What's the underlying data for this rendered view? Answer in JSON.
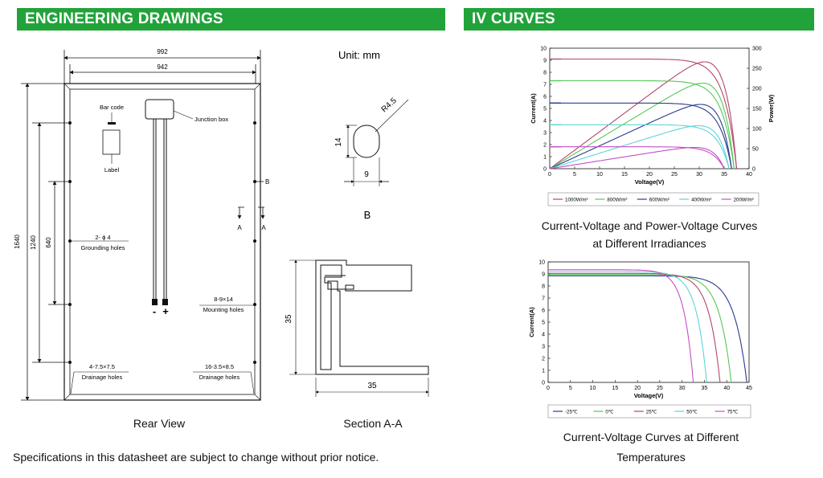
{
  "left_section": {
    "title": "ENGINEERING DRAWINGS",
    "rear_view_caption": "Rear View",
    "section_caption": "Section A-A",
    "unit_label": "Unit: mm",
    "detail_b_label": "B",
    "dims": {
      "width_outer": "992",
      "width_inner": "942",
      "height_outer": "1640",
      "height_mid": "1240",
      "height_inner": "640",
      "hole_r": "R4.5",
      "hole_h": "14",
      "hole_w": "9",
      "section_h": "35",
      "section_w": "35"
    },
    "labels": {
      "bar_code": "Bar code",
      "label": "Label",
      "junction_box": "Junction box",
      "grounding_spec": "2- ϕ 4",
      "grounding_holes": "Grounding holes",
      "mounting_spec": "8-9×14",
      "mounting_holes": "Mounting holes",
      "drain_spec_left": "4-7.5×7.5",
      "drain_spec_right": "16-3.5×8.5",
      "drainage_holes": "Drainage holes",
      "minus": "-",
      "plus": "+",
      "mark_a": "A",
      "mark_b": "B"
    },
    "footnote": "Specifications in this datasheet are subject to change without prior notice."
  },
  "right_section": {
    "title": "IV CURVES",
    "caption_irradiance_line1": "Current-Voltage and Power-Voltage Curves",
    "caption_irradiance_line2": "at Different Irradiances",
    "caption_temperature_line1": "Current-Voltage Curves at Different",
    "caption_temperature_line2": "Temperatures"
  },
  "chart_data": [
    {
      "type": "line",
      "title": "",
      "xlabel": "Voltage(V)",
      "ylabel": "Current(A)",
      "y2label": "Power(W)",
      "xlim": [
        0,
        40
      ],
      "ylim": [
        0,
        10
      ],
      "y2lim": [
        0,
        300
      ],
      "xticks": [
        "0",
        "5",
        "10",
        "15",
        "20",
        "25",
        "30",
        "35",
        "40"
      ],
      "yticks": [
        "0",
        "1",
        "2",
        "3",
        "4",
        "5",
        "6",
        "7",
        "8",
        "9",
        "10"
      ],
      "y2ticks": [
        "0",
        "50",
        "100",
        "150",
        "200",
        "250",
        "300"
      ],
      "grid": false,
      "legend": "bottom",
      "series": [
        {
          "name": "1000W/m²",
          "color": "#b3476a",
          "isc": 9.1,
          "voc": 37.5,
          "vmp": 30.3,
          "pmax": 266
        },
        {
          "name": "800W/m²",
          "color": "#55c855",
          "isc": 7.3,
          "voc": 37.0,
          "vmp": 30.2,
          "pmax": 213
        },
        {
          "name": "600W/m²",
          "color": "#2b3a8f",
          "isc": 5.45,
          "voc": 36.5,
          "vmp": 30.0,
          "pmax": 160
        },
        {
          "name": "400W/m²",
          "color": "#5fd3d8",
          "isc": 3.65,
          "voc": 36.0,
          "vmp": 29.8,
          "pmax": 107
        },
        {
          "name": "200W/m²",
          "color": "#c44fc8",
          "isc": 1.82,
          "voc": 35.0,
          "vmp": 29.5,
          "pmax": 53
        }
      ]
    },
    {
      "type": "line",
      "title": "",
      "xlabel": "Voltage(V)",
      "ylabel": "Current(A)",
      "xlim": [
        0,
        45
      ],
      "ylim": [
        0,
        10
      ],
      "xticks": [
        "0",
        "5",
        "10",
        "15",
        "20",
        "25",
        "30",
        "35",
        "40",
        "45"
      ],
      "yticks": [
        "0",
        "1",
        "2",
        "3",
        "4",
        "5",
        "6",
        "7",
        "8",
        "9",
        "10"
      ],
      "grid": false,
      "legend": "bottom",
      "series": [
        {
          "name": "-25℃",
          "color": "#2b3a8f",
          "isc": 8.85,
          "voc": 44.5
        },
        {
          "name": "0℃",
          "color": "#55c855",
          "isc": 8.95,
          "voc": 41.0
        },
        {
          "name": "25℃",
          "color": "#b3476a",
          "isc": 9.05,
          "voc": 38.5
        },
        {
          "name": "50℃",
          "color": "#5fd3d8",
          "isc": 9.2,
          "voc": 35.5
        },
        {
          "name": "75℃",
          "color": "#c44fc8",
          "isc": 9.35,
          "voc": 32.5
        }
      ]
    }
  ]
}
